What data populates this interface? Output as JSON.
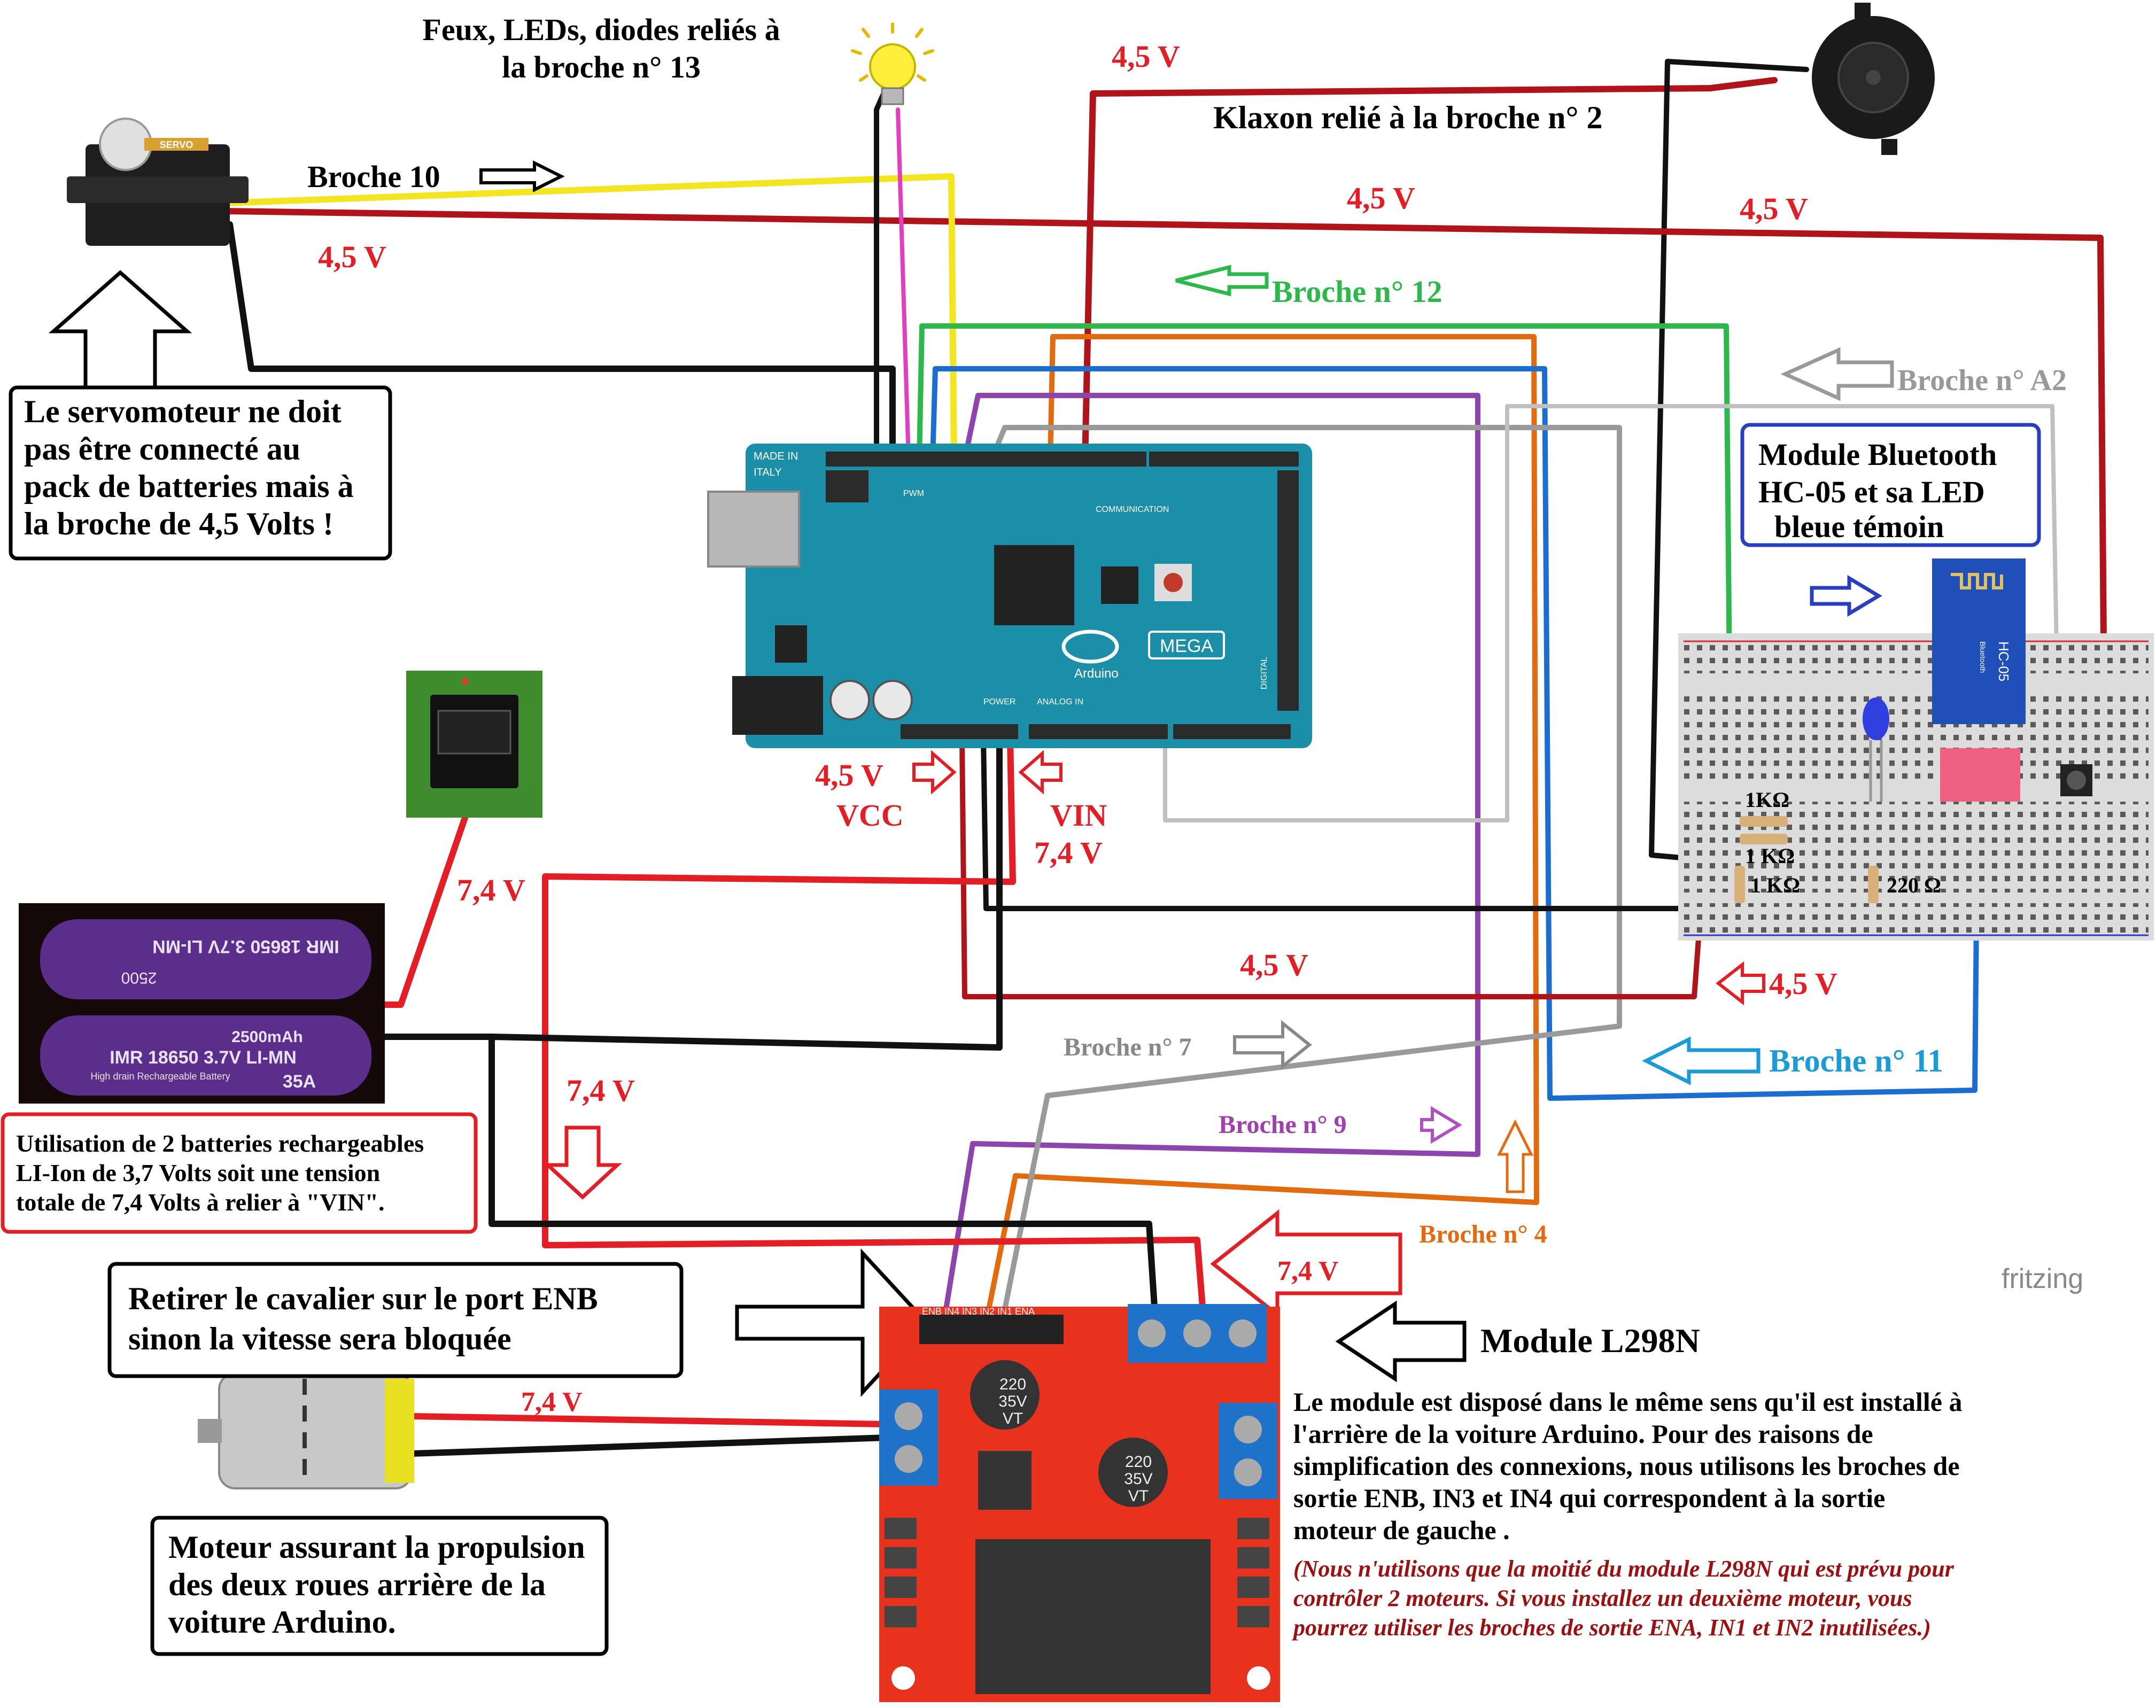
{
  "labels": {
    "feux_line1": "Feux, LEDs, diodes reliés à",
    "feux_line2": "la broche n° 13",
    "v45_top": "4,5 V",
    "klaxon": "Klaxon relié à la broche n° 2",
    "broche10": "Broche 10",
    "v45_servo": "4,5 V",
    "v45_mid": "4,5 V",
    "v45_right": "4,5 V",
    "broche12": "Broche n° 12",
    "brocheA2": "Broche n° A2",
    "servo_note": [
      "Le servomoteur ne doit",
      "pas être connecté au",
      "pack de batteries mais à",
      "la broche de 4,5 Volts !"
    ],
    "bt_note": [
      "Module Bluetooth",
      "HC-05 et sa LED",
      "bleue témoin"
    ],
    "v45_vcc": "4,5 V",
    "vcc": "VCC",
    "vin": "VIN",
    "v74_vin": "7,4 V",
    "v74_switch": "7,4 V",
    "r1": "1KΩ",
    "r2": "1 KΩ",
    "r3": "1 KΩ",
    "r4": "220 Ω",
    "v45_bottom": "4,5 V",
    "v45_bb": "4,5 V",
    "broche7": "Broche n° 7",
    "broche11": "Broche n° 11",
    "v74_batt": "7,4 V",
    "broche9": "Broche n° 9",
    "battery_note": [
      "Utilisation de 2 batteries rechargeables",
      "LI-Ion de 3,7 Volts soit une tension",
      "totale de 7,4 Volts à relier à \"VIN\"."
    ],
    "broche4": "Broche n° 4",
    "v74_l298": "7,4 V",
    "fritzing": "fritzing",
    "enb_note": [
      "Retirer le cavalier sur le port ENB",
      "sinon la vitesse sera bloquée"
    ],
    "module_l298n": "Module L298N",
    "v74_motor": "7,4 V",
    "module_desc": [
      "Le module est disposé dans le même sens qu'il est installé à",
      "l'arrière de la voiture Arduino. Pour des raisons de",
      "simplification des connexions, nous utilisons les broches de",
      "sortie ENB, IN3 et IN4 qui correspondent à la sortie",
      "moteur de gauche ."
    ],
    "module_italic": [
      "(Nous n'utilisons que la moitié du module L298N qui est prévu pour",
      "contrôler 2 moteurs. Si vous installez un deuxième moteur, vous",
      "pourrez utiliser les broches de sortie ENA, IN1 et IN2 inutilisées.)"
    ],
    "motor_note": [
      "Moteur assurant la propulsion",
      "des deux roues arrière de la",
      "voiture Arduino."
    ]
  },
  "components": {
    "servo_label": "SERVO",
    "arduino_made": "MADE IN",
    "arduino_italy": "ITALY",
    "arduino_brand": "Arduino",
    "arduino_model": "MEGA",
    "pwm": "PWM",
    "communication": "COMMUNICATION",
    "power": "POWER",
    "analog_in": "ANALOG IN",
    "digital": "DIGITAL",
    "hc05": "HC-05",
    "bluetooth": "Bluetooth",
    "battery1_text": "IMR 18650 3.7V LI-MN",
    "battery1_cap": "2500",
    "battery2_text": "IMR 18650 3.7V LI-MN",
    "battery2_cap": "2500mAh",
    "battery2_sub": "High drain Rechargeable Battery",
    "battery2_amp": "35A",
    "cap1_line1": "220",
    "cap1_line2": "35V",
    "cap1_line3": "VT",
    "cap2_line1": "220",
    "cap2_line2": "35V",
    "cap2_line3": "VT",
    "l298_pins": "ENB IN4 IN3 IN2 IN1 ENA"
  },
  "colors": {
    "red": "#e31e24",
    "darkred": "#b0141a",
    "yellow": "#f3e620",
    "green": "#2db84b",
    "orange": "#e26b10",
    "blue": "#1c6dd0",
    "purple": "#8e44ad",
    "gray": "#9a9a9a",
    "black": "#111111",
    "magenta": "#e040c0",
    "arduino": "#1b8fa8",
    "l298": "#e8321e",
    "cyan_label": "#1a9ad6",
    "italic_red": "#9b1111"
  }
}
